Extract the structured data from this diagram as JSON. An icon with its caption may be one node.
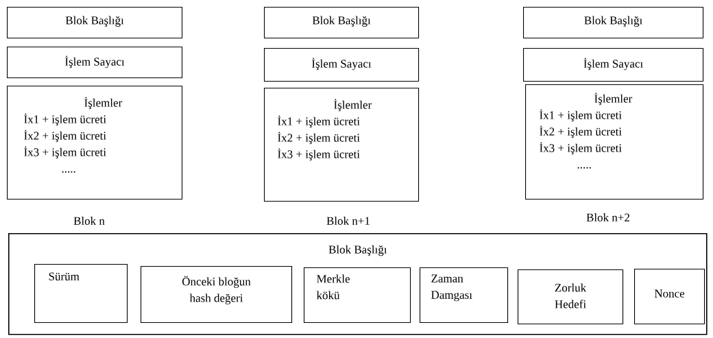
{
  "diagram": {
    "nodes": [
      {
        "text": [
          "Blok Başlığı"
        ]
      },
      {
        "text": [
          "İşlem Sayacı"
        ]
      },
      {
        "text": [
          "İşlemler",
          "İx1 + işlem ücreti",
          "İx2 + işlem ücreti",
          "İx3 + işlem ücreti",
          "....."
        ]
      },
      {
        "text": [
          "Blok Başlığı"
        ]
      },
      {
        "text": [
          "İşlem Sayacı"
        ]
      },
      {
        "text": [
          "İşlemler",
          "İx1 + işlem ücreti",
          "İx2 + işlem ücreti",
          "İx3 + işlem ücreti"
        ]
      },
      {
        "text": [
          "Blok Başlığı"
        ]
      },
      {
        "text": [
          "İşlem Sayacı"
        ]
      },
      {
        "text": [
          "İşlemler",
          "İx1 + işlem ücreti",
          "İx2 + işlem ücreti",
          "İx3 + işlem ücreti",
          "....."
        ]
      },
      {
        "text": [
          "Blok Başlığı"
        ]
      },
      {
        "text": [
          "Sürüm"
        ],
        "in": 9
      },
      {
        "text": [
          "Önceki bloğun hash değeri"
        ],
        "in": 9
      },
      {
        "text": [
          "Merkle kökü"
        ],
        "in": 9
      },
      {
        "text": [
          "Zaman Damgası"
        ],
        "in": 9
      },
      {
        "text": [
          "Zorluk Hedefi"
        ],
        "in": 9
      },
      {
        "text": [
          "Nonce"
        ],
        "in": 9
      }
    ],
    "labels": [
      "Blok n",
      "Blok n+1",
      "Blok n+2"
    ]
  }
}
